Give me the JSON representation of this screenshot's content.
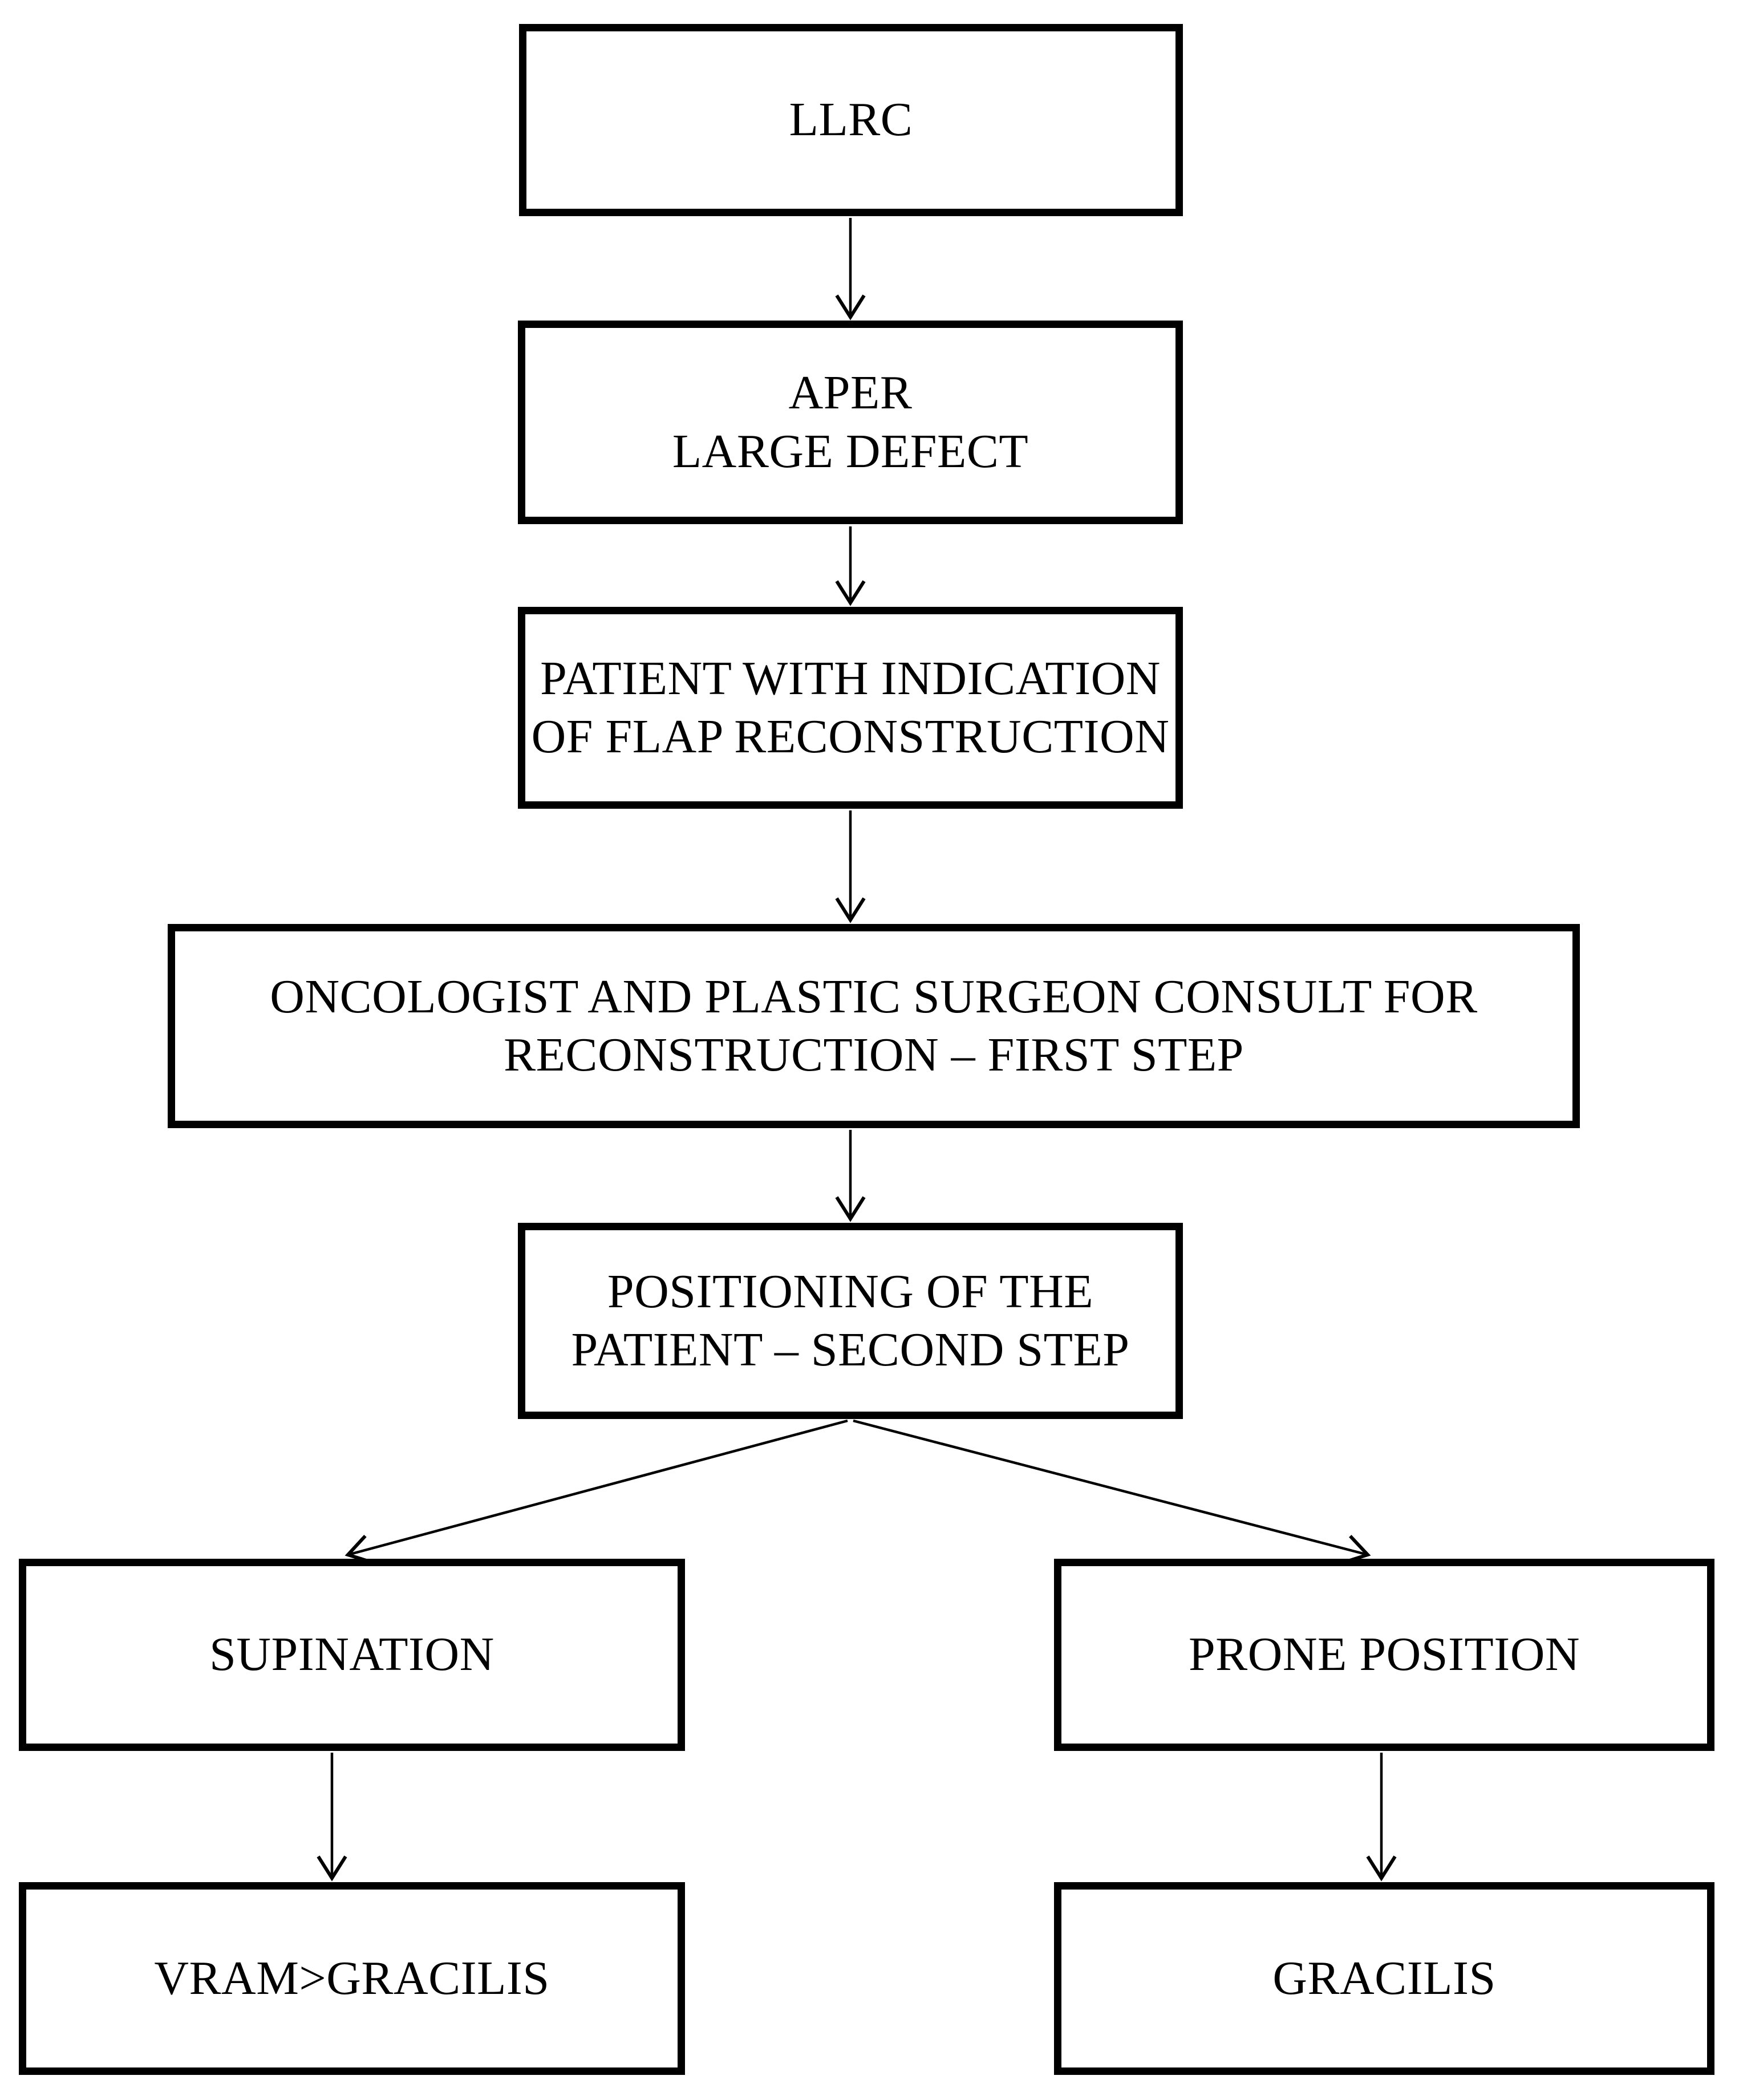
{
  "diagram": {
    "type": "flowchart",
    "background_color": "#ffffff",
    "line_color": "#000000",
    "box_fill_color": "#ffffff",
    "box_border_color": "#000000",
    "text_color": "#000000",
    "nodes": {
      "llrc": {
        "label": "LLRC"
      },
      "aper": {
        "label": "APER\nLARGE DEFECT"
      },
      "indication": {
        "label": "PATIENT WITH INDICATION\nOF FLAP RECONSTRUCTION"
      },
      "consult": {
        "label": "ONCOLOGIST AND PLASTIC SURGEON CONSULT FOR\nRECONSTRUCTION – FIRST STEP"
      },
      "positioning": {
        "label": "POSITIONING OF THE\nPATIENT – SECOND STEP"
      },
      "supination": {
        "label": "SUPINATION"
      },
      "prone": {
        "label": "PRONE POSITION"
      },
      "vram": {
        "label": "VRAM>GRACILIS"
      },
      "gracilis": {
        "label": "GRACILIS"
      }
    },
    "edges": [
      {
        "from": "llrc",
        "to": "aper"
      },
      {
        "from": "aper",
        "to": "indication"
      },
      {
        "from": "indication",
        "to": "consult"
      },
      {
        "from": "consult",
        "to": "positioning"
      },
      {
        "from": "positioning",
        "to": "supination"
      },
      {
        "from": "positioning",
        "to": "prone"
      },
      {
        "from": "supination",
        "to": "vram"
      },
      {
        "from": "prone",
        "to": "gracilis"
      }
    ]
  }
}
